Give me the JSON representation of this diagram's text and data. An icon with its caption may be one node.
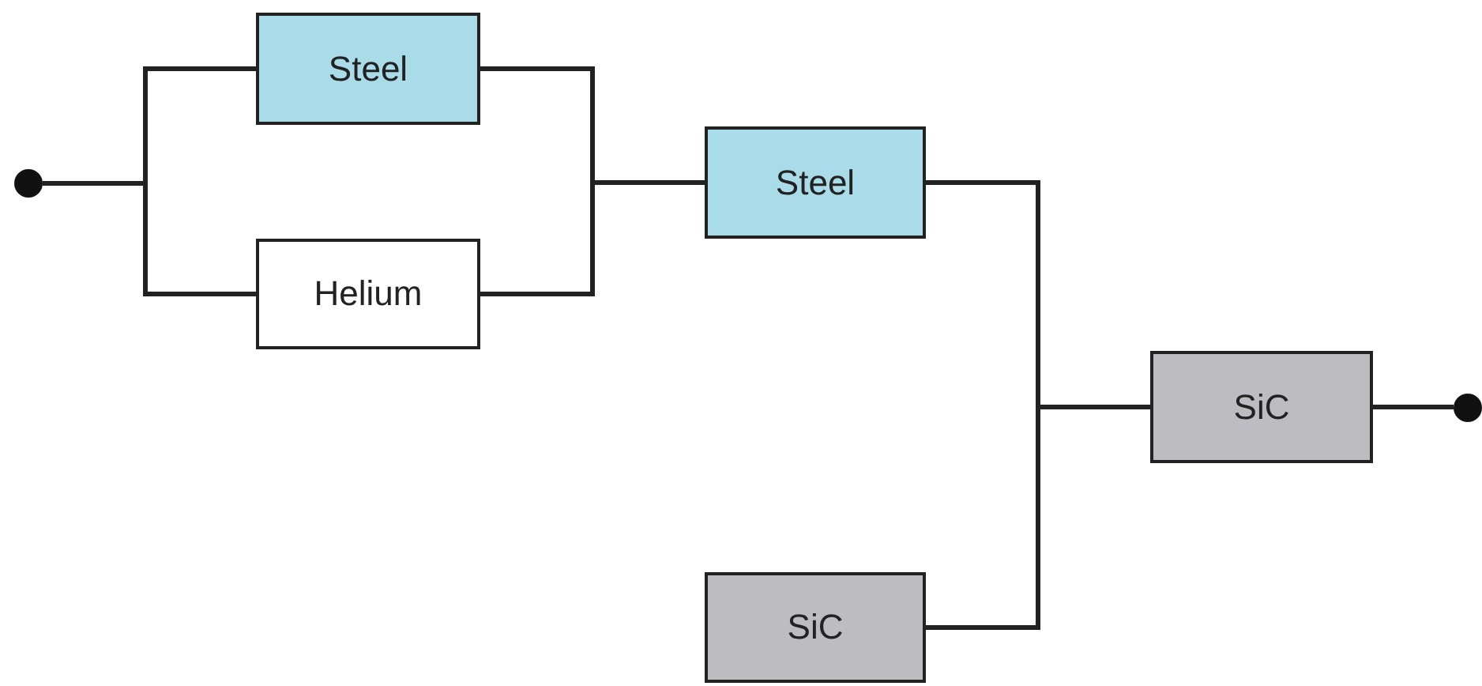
{
  "diagram": {
    "nodes": [
      {
        "text": [],
        "shape": "circle"
      },
      {
        "text": [
          "Steel"
        ]
      },
      {
        "text": [
          "Helium"
        ]
      },
      {
        "text": [
          "Steel"
        ]
      },
      {
        "text": [
          "SiC"
        ]
      },
      {
        "text": [
          "SiC"
        ]
      },
      {
        "text": [],
        "shape": "circle"
      }
    ],
    "edges": [
      {
        "from": 0,
        "to": 1,
        "arrow": "none"
      },
      {
        "from": 0,
        "to": 2,
        "arrow": "none"
      },
      {
        "from": 1,
        "to": 3,
        "arrow": "none"
      },
      {
        "from": 2,
        "to": 3,
        "arrow": "none"
      },
      {
        "from": 3,
        "to": 4,
        "arrow": "none"
      },
      {
        "from": 5,
        "to": 4,
        "arrow": "none"
      },
      {
        "from": 4,
        "to": 6,
        "arrow": "none"
      }
    ]
  }
}
